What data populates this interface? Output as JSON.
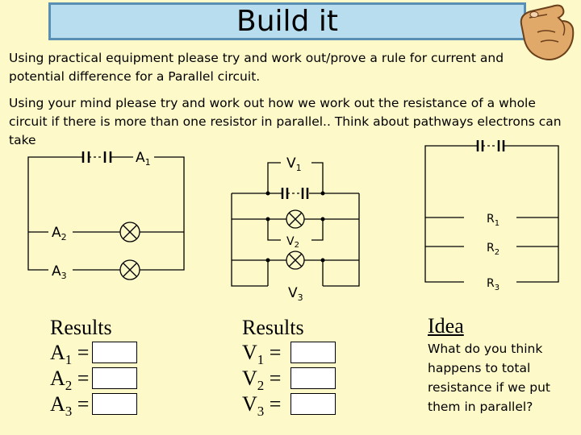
{
  "title": "Build it",
  "para1": {
    "lead": "Using practical equipment",
    "rest": " please try and work out/prove a rule for current and potential difference for a Parallel circuit."
  },
  "para2": {
    "lead": "Using your mind",
    "rest": " please try and work out how we work out the resistance of a whole circuit if there is more than one resistor in parallel.. Think about pathways electrons can take"
  },
  "circuit1": {
    "meters": [
      {
        "letter": "A",
        "sub": "1"
      },
      {
        "letter": "A",
        "sub": "2"
      },
      {
        "letter": "A",
        "sub": "3"
      }
    ]
  },
  "circuit2": {
    "meters": [
      {
        "letter": "V",
        "sub": "1"
      },
      {
        "letter": "V",
        "sub": "2"
      },
      {
        "letter": "V",
        "sub": "3"
      }
    ]
  },
  "circuit3": {
    "resistors": [
      {
        "letter": "R",
        "sub": "1"
      },
      {
        "letter": "R",
        "sub": "2"
      },
      {
        "letter": "R",
        "sub": "3"
      }
    ]
  },
  "results_a": {
    "title": "Results",
    "rows": [
      {
        "letter": "A",
        "sub": "1",
        "eq": " ="
      },
      {
        "letter": "A",
        "sub": "2",
        "eq": " ="
      },
      {
        "letter": "A",
        "sub": "3",
        "eq": " ="
      }
    ]
  },
  "results_v": {
    "title": "Results",
    "rows": [
      {
        "letter": "V",
        "sub": "1",
        "eq": " ="
      },
      {
        "letter": "V",
        "sub": "2",
        "eq": " ="
      },
      {
        "letter": "V",
        "sub": "3",
        "eq": " ="
      }
    ]
  },
  "idea": {
    "title": "Idea",
    "text": "What do you think happens to total resistance if we put them in parallel?"
  }
}
